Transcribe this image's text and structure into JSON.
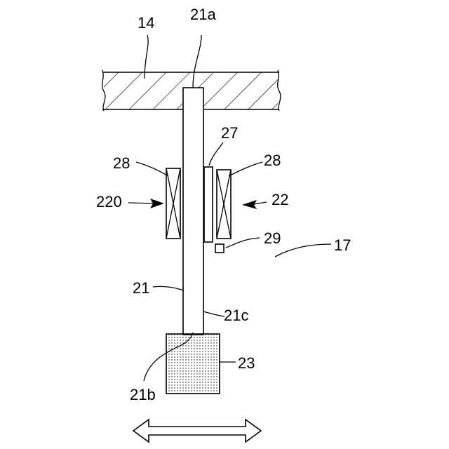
{
  "labels": {
    "l14": "14",
    "l21a": "21a",
    "l27": "27",
    "l28_left": "28",
    "l28_right": "28",
    "l220": "220",
    "l22": "22",
    "l29": "29",
    "l17": "17",
    "l21": "21",
    "l21c": "21c",
    "l23": "23",
    "l21b": "21b"
  }
}
